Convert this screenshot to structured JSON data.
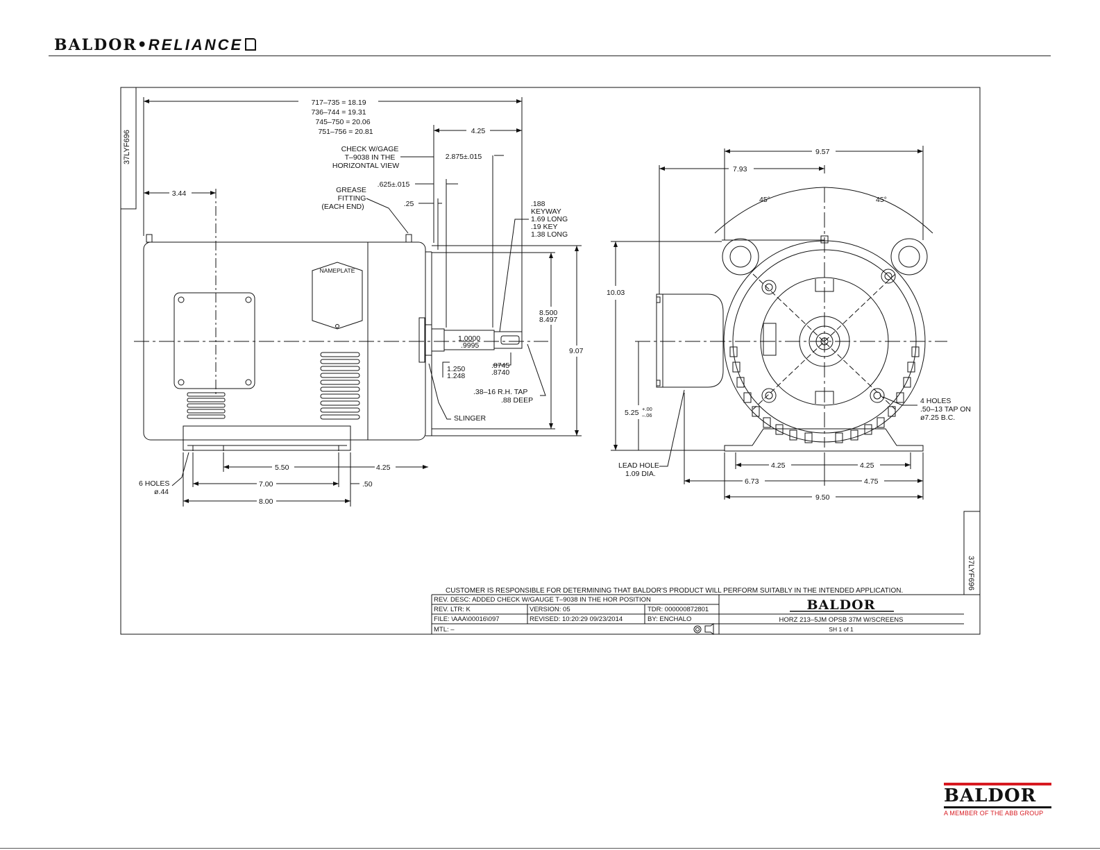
{
  "header": {
    "brand_left": "BALDOR",
    "brand_sep": "•",
    "brand_right": "RELIANCE"
  },
  "drawing_id": "37LYF696",
  "side_view": {
    "length_title_rows": [
      "717–735 = 18.19",
      "736–744 = 19.31",
      "745–750 = 20.06",
      "751–756 = 20.81"
    ],
    "d_425_top": "4.25",
    "check_gage": [
      "CHECK W/GAGE",
      "T–9038 IN THE",
      "HORIZONTAL VIEW"
    ],
    "d_2875": "2.875±.015",
    "d_625": ".625±.015",
    "d_25": ".25",
    "d_344": "3.44",
    "grease": [
      "GREASE",
      "FITTING",
      "(EACH END)"
    ],
    "keyway": [
      ".188",
      "KEYWAY",
      "1.69 LONG",
      ".19 KEY",
      "1.38 LONG"
    ],
    "nameplate": "NAMEPLATE",
    "shaft_dia": [
      "1.0000",
      ".9995"
    ],
    "d_1250": [
      "1.250",
      "1.248"
    ],
    "d_8745": [
      ".8745",
      ".8740"
    ],
    "tap": [
      ".38–16 R.H. TAP",
      ".88 DEEP"
    ],
    "d_8500": [
      "8.500",
      "8.497"
    ],
    "d_907": "9.07",
    "slinger": "SLINGER",
    "holes6": [
      "6 HOLES",
      "ø.44"
    ],
    "d_550": "5.50",
    "d_425_foot": "4.25",
    "d_700": "7.00",
    "d_050": ".50",
    "d_800": "8.00"
  },
  "end_view": {
    "d_957": "9.57",
    "d_793": "7.93",
    "ang_left": "45°",
    "ang_right": "45°",
    "d_1003": "10.03",
    "d_525": "5.25",
    "d_525_tol_plus": "+.00",
    "d_525_tol_minus": "–.06",
    "lead_hole": [
      "LEAD HOLE",
      "1.09 DIA."
    ],
    "holes4": [
      "4 HOLES",
      ".50–13 TAP ON",
      "ø7.25 B.C."
    ],
    "d_425_l": "4.25",
    "d_425_r": "4.25",
    "d_673": "6.73",
    "d_475": "4.75",
    "d_950": "9.50"
  },
  "title_block": {
    "disclaimer": "CUSTOMER IS RESPONSIBLE FOR DETERMINING THAT BALDOR'S PRODUCT WILL PERFORM SUITABLY IN THE INTENDED APPLICATION.",
    "rev_desc": "REV. DESC:  ADDED CHECK W/GAUGE T–9038 IN THE HOR POSITION",
    "rev_ltr": "REV. LTR:  K",
    "version": "VERSION: 05",
    "tdr": "TDR: 000000872801",
    "file": "FILE: \\AAA\\00016\\097",
    "revised": "REVISED: 10:20:29 09/23/2014",
    "by": "BY:  ENCHALO",
    "mtl": "MTL: –",
    "brand": "BALDOR",
    "description": "HORZ 213–5JM OPSB 37M W/SCREENS",
    "sheet": "SH 1 of 1"
  },
  "footer": {
    "brand": "BALDOR",
    "tagline": "A MEMBER OF THE ABB GROUP"
  },
  "colors": {
    "line": "#111111",
    "accent_red": "#d71920"
  }
}
